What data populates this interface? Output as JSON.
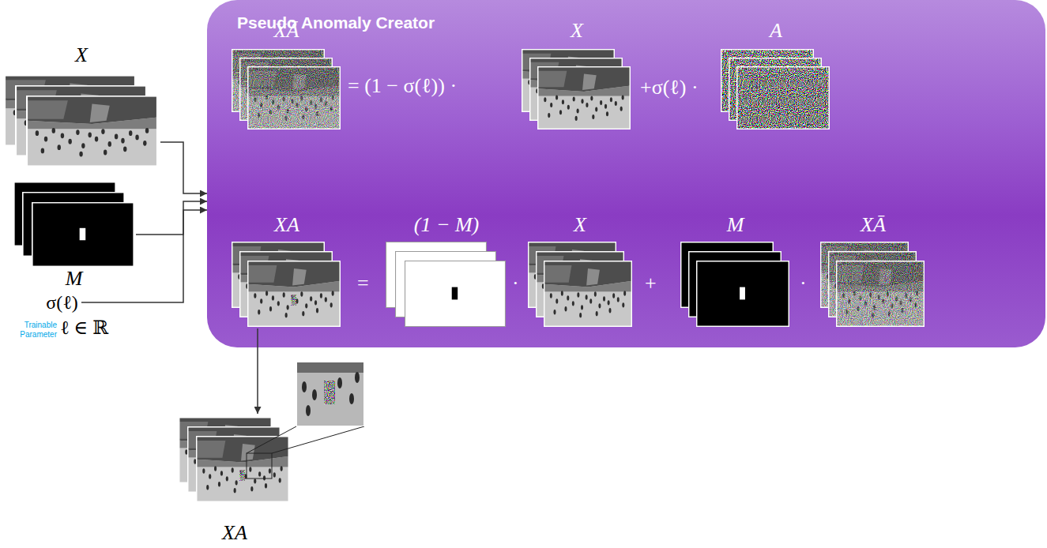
{
  "diagram": {
    "nodes": [
      {
        "text": [
          "X"
        ]
      },
      {
        "text": [
          "M"
        ]
      },
      {
        "text": [
          "σ(ℓ)"
        ]
      },
      {
        "text": [
          "Pseudo Anomaly Creator"
        ]
      },
      {
        "text": [
          "XĀ"
        ],
        "in": 3
      },
      {
        "text": [
          "X"
        ],
        "in": 3
      },
      {
        "text": [
          "A"
        ],
        "in": 3
      },
      {
        "text": [
          "XA"
        ],
        "in": 3
      },
      {
        "text": [
          "(1 − M)"
        ],
        "in": 3
      },
      {
        "text": [
          "X"
        ],
        "in": 3
      },
      {
        "text": [
          "M"
        ],
        "in": 3
      },
      {
        "text": [
          "XĀ"
        ],
        "in": 3
      },
      {
        "text": [
          "XA"
        ]
      }
    ],
    "edges": [
      {
        "from": 0,
        "to": 3,
        "arrow": "to"
      },
      {
        "from": 1,
        "to": 3,
        "arrow": "to"
      },
      {
        "from": 2,
        "to": 3,
        "arrow": "to"
      },
      {
        "from": 7,
        "to": 12,
        "arrow": "to"
      }
    ],
    "labels": [
      "= (1 − σ(ℓ)) ·",
      "+σ(ℓ) ·",
      "=",
      "·",
      "+",
      "·",
      "Trainable Parameter",
      "ℓ ∈ ℝ"
    ]
  }
}
